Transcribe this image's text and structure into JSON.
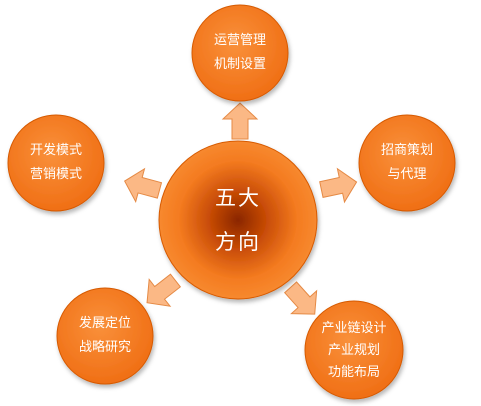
{
  "center": {
    "lines": [
      "五大",
      "方向"
    ]
  },
  "nodes": [
    {
      "id": "top",
      "lines": [
        "运营管理",
        "机制设置"
      ]
    },
    {
      "id": "right",
      "lines": [
        "招商策划",
        "与代理"
      ]
    },
    {
      "id": "bottom-right",
      "lines": [
        "产业链设计",
        "产业规划",
        "功能布局"
      ]
    },
    {
      "id": "bottom-left",
      "lines": [
        "发展定位",
        "战略研究"
      ]
    },
    {
      "id": "left",
      "lines": [
        "开发模式",
        "营销模式"
      ]
    }
  ],
  "colors": {
    "circle_fill": "#f47b20",
    "circle_stroke": "#d65a00",
    "center_core": "#9e2f00",
    "arrow_fill": "#fbb885",
    "arrow_stroke": "#e58a45",
    "text": "#ffffff"
  }
}
